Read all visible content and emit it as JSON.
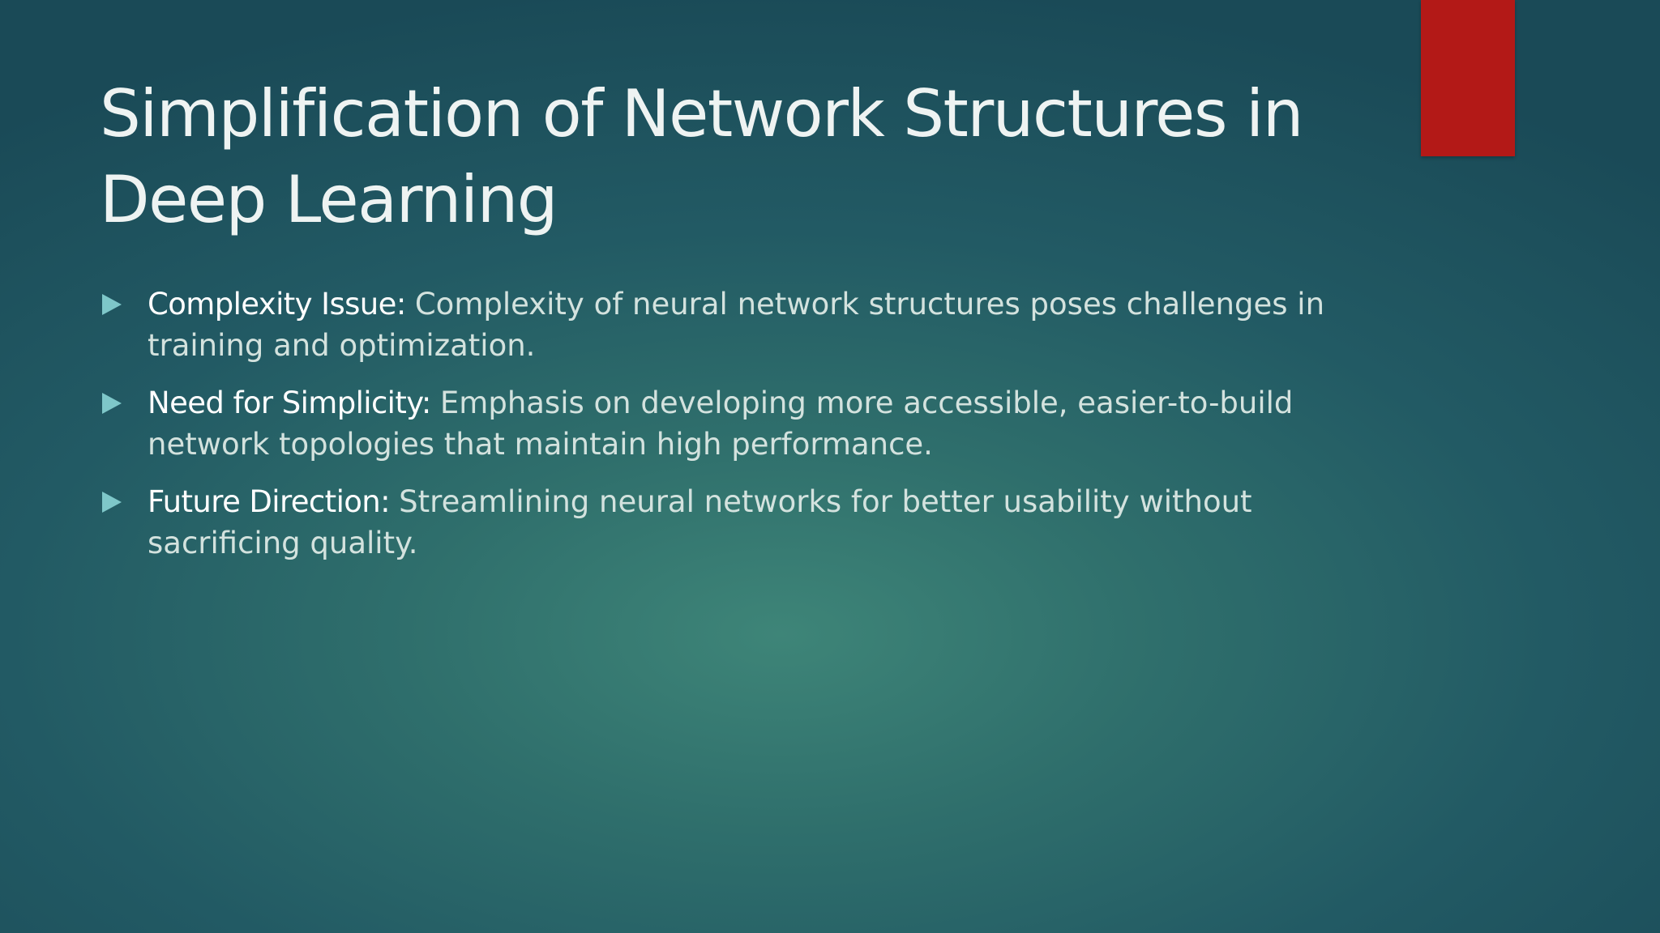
{
  "slide": {
    "title": "Simplification of Network Structures in Deep Learning",
    "accent_color": "#b31917",
    "bullet_icon": "triangle-right-icon",
    "bullet_color": "#7ec7c9",
    "bullets": [
      {
        "lead": "Complexity Issue:",
        "text": "Complexity of neural network structures poses challenges in training and optimization."
      },
      {
        "lead": "Need for Simplicity:",
        "text": "Emphasis on developing more accessible, easier-to-build network topologies that maintain high performance."
      },
      {
        "lead": "Future Direction:",
        "text": "Streamlining neural networks for better usability without sacrificing quality."
      }
    ]
  }
}
